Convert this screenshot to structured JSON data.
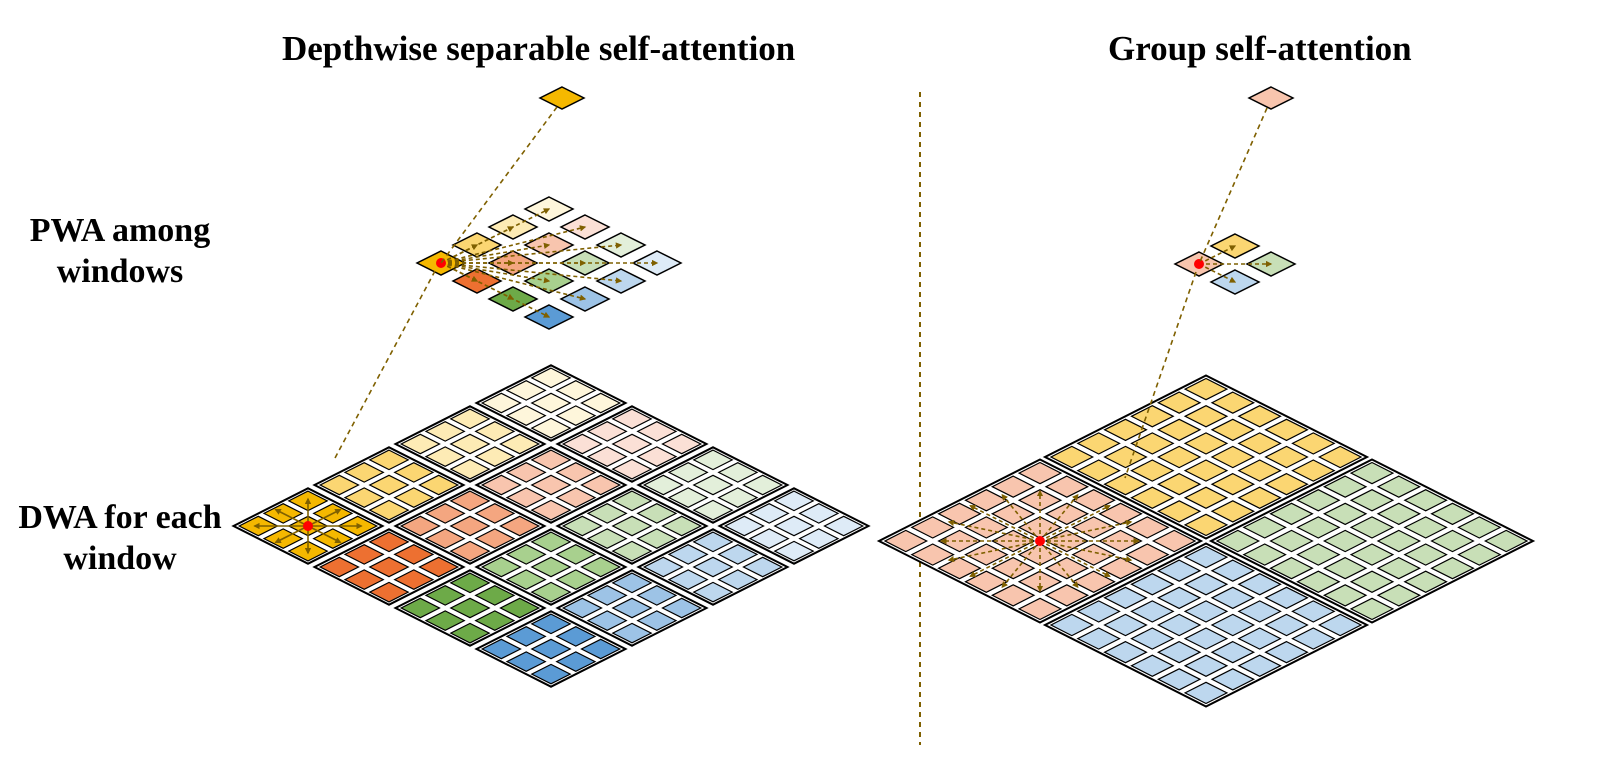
{
  "panels": {
    "left": {
      "title": "Depthwise separable self-attention"
    },
    "right": {
      "title": "Group self-attention"
    }
  },
  "labels": {
    "pwa_line1": "PWA among",
    "pwa_line2": "windows",
    "dwa_line1": "DWA for each",
    "dwa_line2": "window"
  },
  "colors": {
    "yellow_dark": "#F5B800",
    "yellow": "#FBD672",
    "yellow_light": "#FDEBB5",
    "yellow_pale": "#FEF6DB",
    "peach_pale": "#FBE0D6",
    "peach": "#F8C5AE",
    "peach_mid": "#F4A680",
    "orange": "#ED7031",
    "green_pale": "#E3EFDA",
    "green_light": "#C8DFB7",
    "green_mid": "#A8D08E",
    "green": "#6DAA48",
    "blue_pale": "#DEEBF7",
    "blue_light": "#BDD7EE",
    "blue_mid": "#9DC3E6",
    "blue": "#5B9BD5",
    "arrow": "#7F6000",
    "query_dot": "#FF0000",
    "divider": "#7F6000"
  },
  "layout": {
    "left_windows": [
      [
        "yellow_pale",
        "peach_pale",
        "green_pale",
        "blue_pale"
      ],
      [
        "yellow_light",
        "peach",
        "green_light",
        "blue_light"
      ],
      [
        "yellow",
        "peach_mid",
        "green_mid",
        "blue_mid"
      ],
      [
        "yellow_dark",
        "orange",
        "green",
        "blue"
      ]
    ],
    "right_windows": [
      [
        "yellow",
        "green_light"
      ],
      [
        "peach",
        "blue_light"
      ]
    ]
  }
}
